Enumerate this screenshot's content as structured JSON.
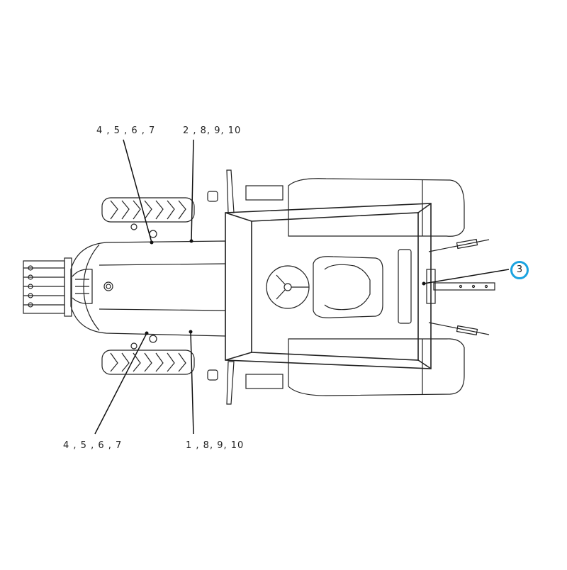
{
  "diagram": {
    "subject": "Tractor top view (ROPS / frame mounting points)",
    "labels": {
      "top_left": "4 , 5 , 6 , 7",
      "top_right": "2 , 8, 9, 10",
      "bottom_left": "4 , 5 , 6 , 7",
      "bottom_right": "1 , 8, 9, 10"
    },
    "callout": {
      "number": "3",
      "color": "#1aa3e0"
    }
  }
}
